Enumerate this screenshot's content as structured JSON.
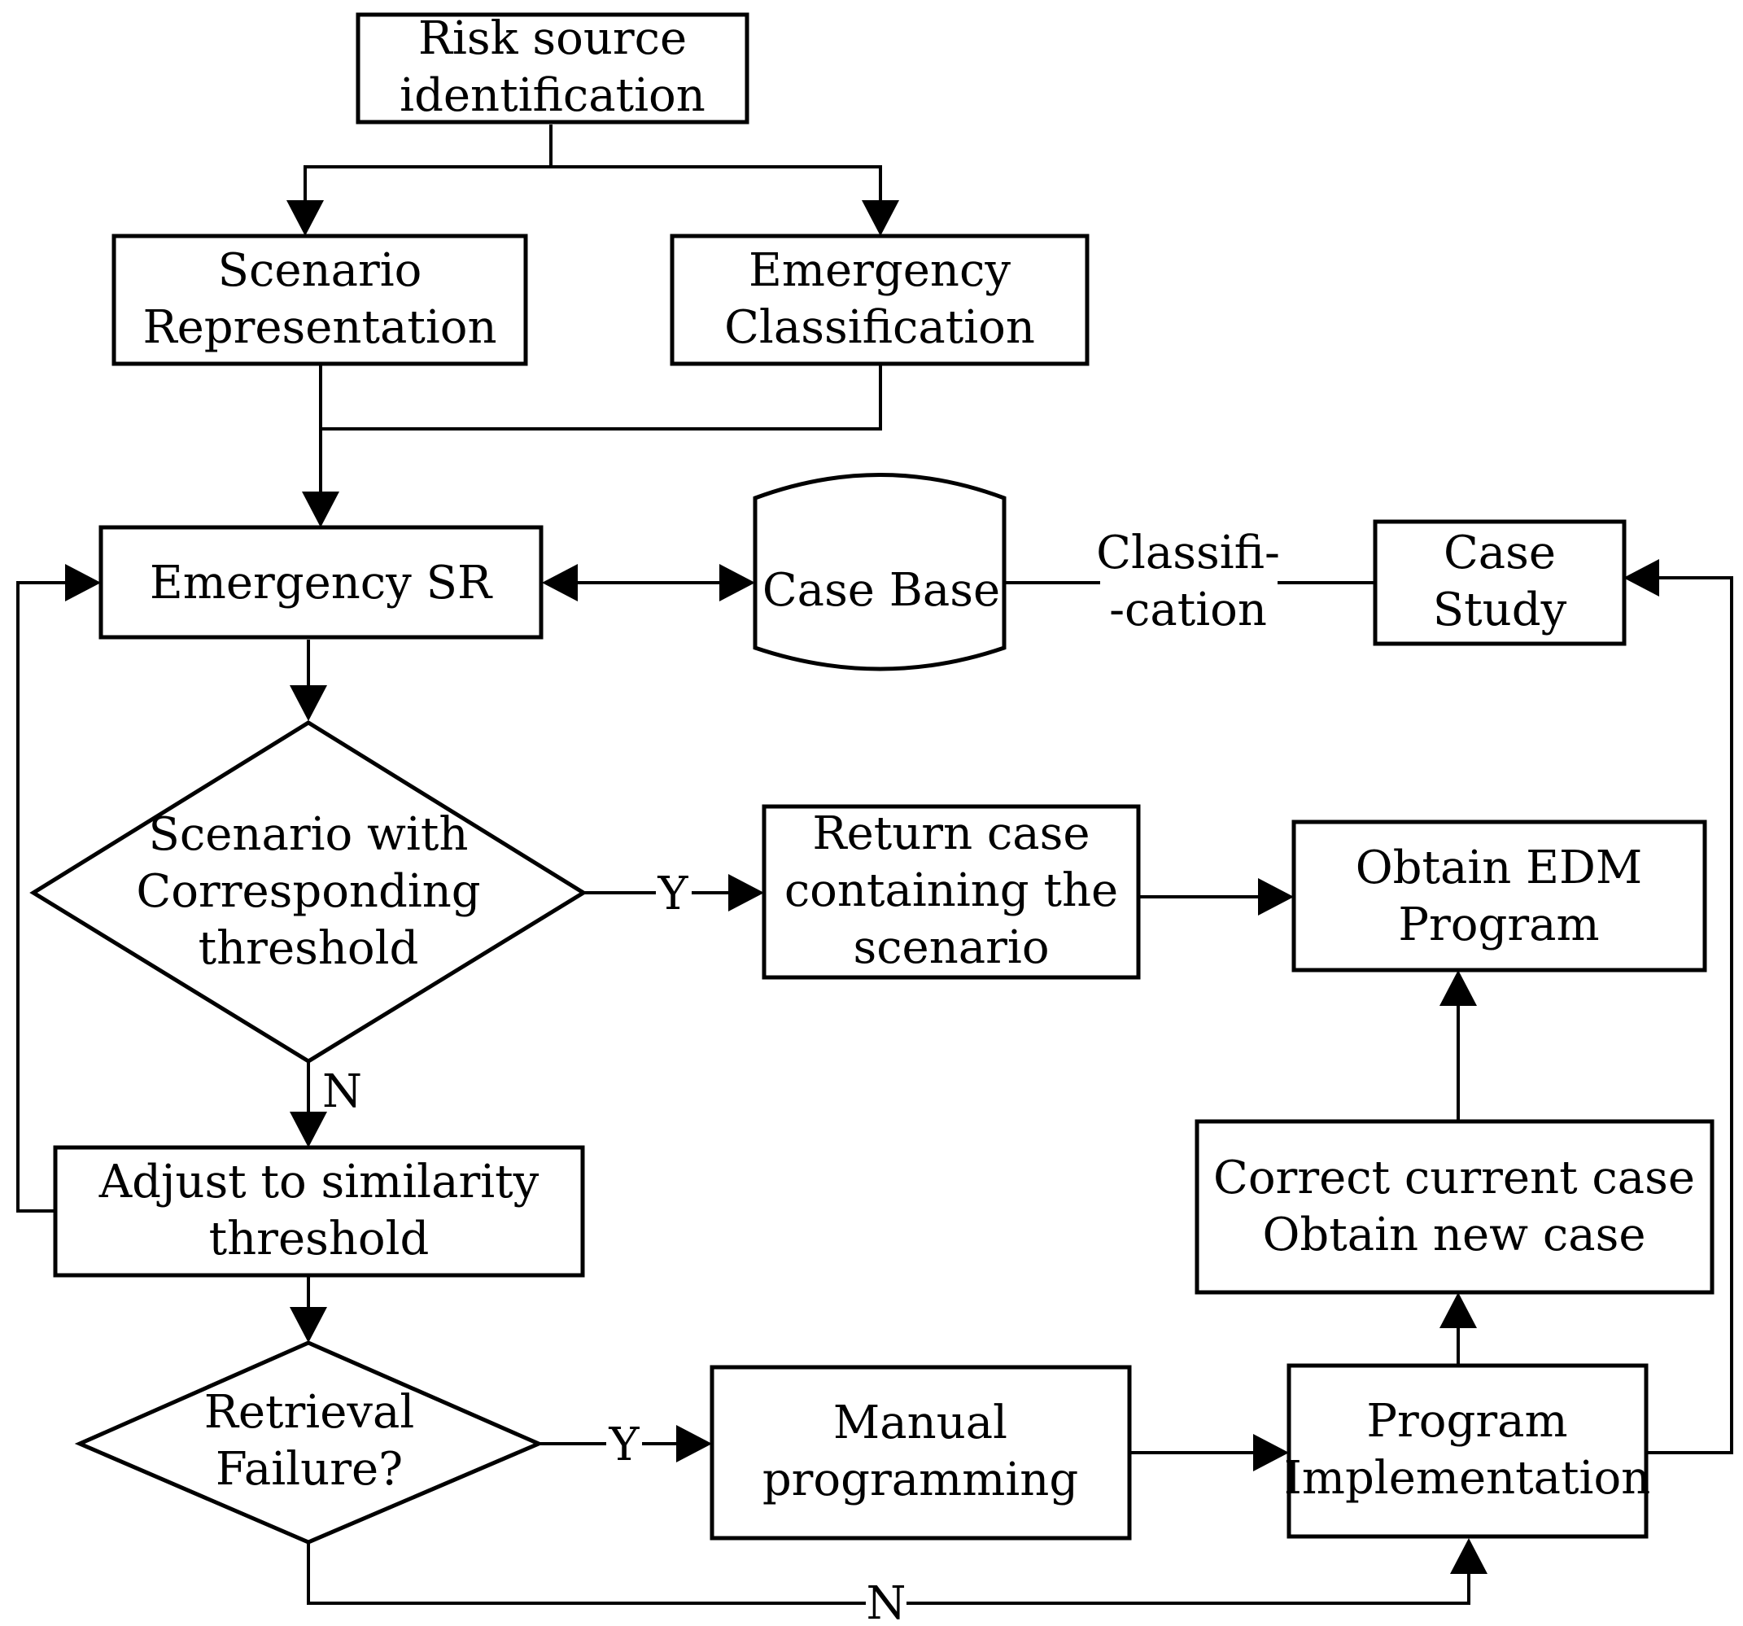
{
  "nodes": {
    "risk_source": {
      "lines": [
        "Risk source",
        "identification"
      ]
    },
    "scenario_representation": {
      "lines": [
        "Scenario",
        "Representation"
      ]
    },
    "emergency_classification": {
      "lines": [
        "Emergency",
        "Classification"
      ]
    },
    "emergency_sr": {
      "lines": [
        "Emergency SR"
      ]
    },
    "case_base": {
      "lines": [
        "Case Base"
      ]
    },
    "case_study": {
      "lines": [
        "Case",
        "Study"
      ]
    },
    "scenario_threshold": {
      "lines": [
        "Scenario with",
        "Corresponding",
        "threshold"
      ]
    },
    "return_case": {
      "lines": [
        "Return case",
        "containing the",
        "scenario"
      ]
    },
    "obtain_edm": {
      "lines": [
        "Obtain EDM",
        "Program"
      ]
    },
    "adjust_threshold": {
      "lines": [
        "Adjust to similarity",
        "threshold"
      ]
    },
    "correct_case": {
      "lines": [
        "Correct current case",
        "Obtain new case"
      ]
    },
    "retrieval_failure": {
      "lines": [
        "Retrieval",
        "Failure?"
      ]
    },
    "manual_programming": {
      "lines": [
        "Manual",
        "programming"
      ]
    },
    "program_implementation": {
      "lines": [
        "Program",
        "Implementation"
      ]
    }
  },
  "edge_labels": {
    "classification": [
      "Classifi-",
      "-cation"
    ],
    "threshold_yes": "Y",
    "threshold_no": "N",
    "failure_yes": "Y",
    "failure_no": "N"
  }
}
